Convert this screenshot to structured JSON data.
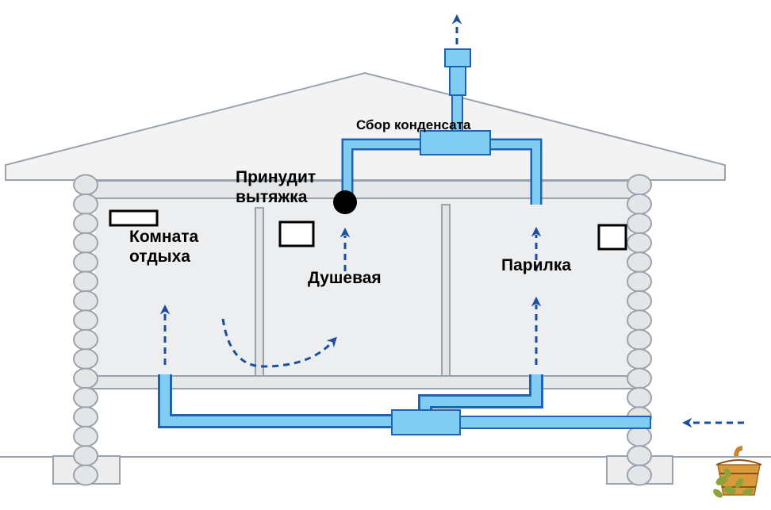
{
  "labels": {
    "rest_room": "Комната\nотдыха",
    "shower": "Душевая",
    "steam_room": "Парилка",
    "condensate": "Сбор конденсата",
    "forced_exhaust": "Принудит\nвытяжка"
  },
  "icons": {
    "flow_arrow": "airflow-arrow",
    "vent_grille": "vent-grille",
    "exhaust_fan": "exhaust-fan-dot",
    "sauna_logo": "bucket-and-broom"
  },
  "colors": {
    "duct_fill": "#7fcdf3",
    "duct_outline": "#1f63b3",
    "arrow": "#1b4f9e",
    "wall_outline": "#9aa3ad",
    "wall_fill": "#edeeef",
    "roof_fill": "#f3f3f3",
    "fan": "#000000"
  }
}
